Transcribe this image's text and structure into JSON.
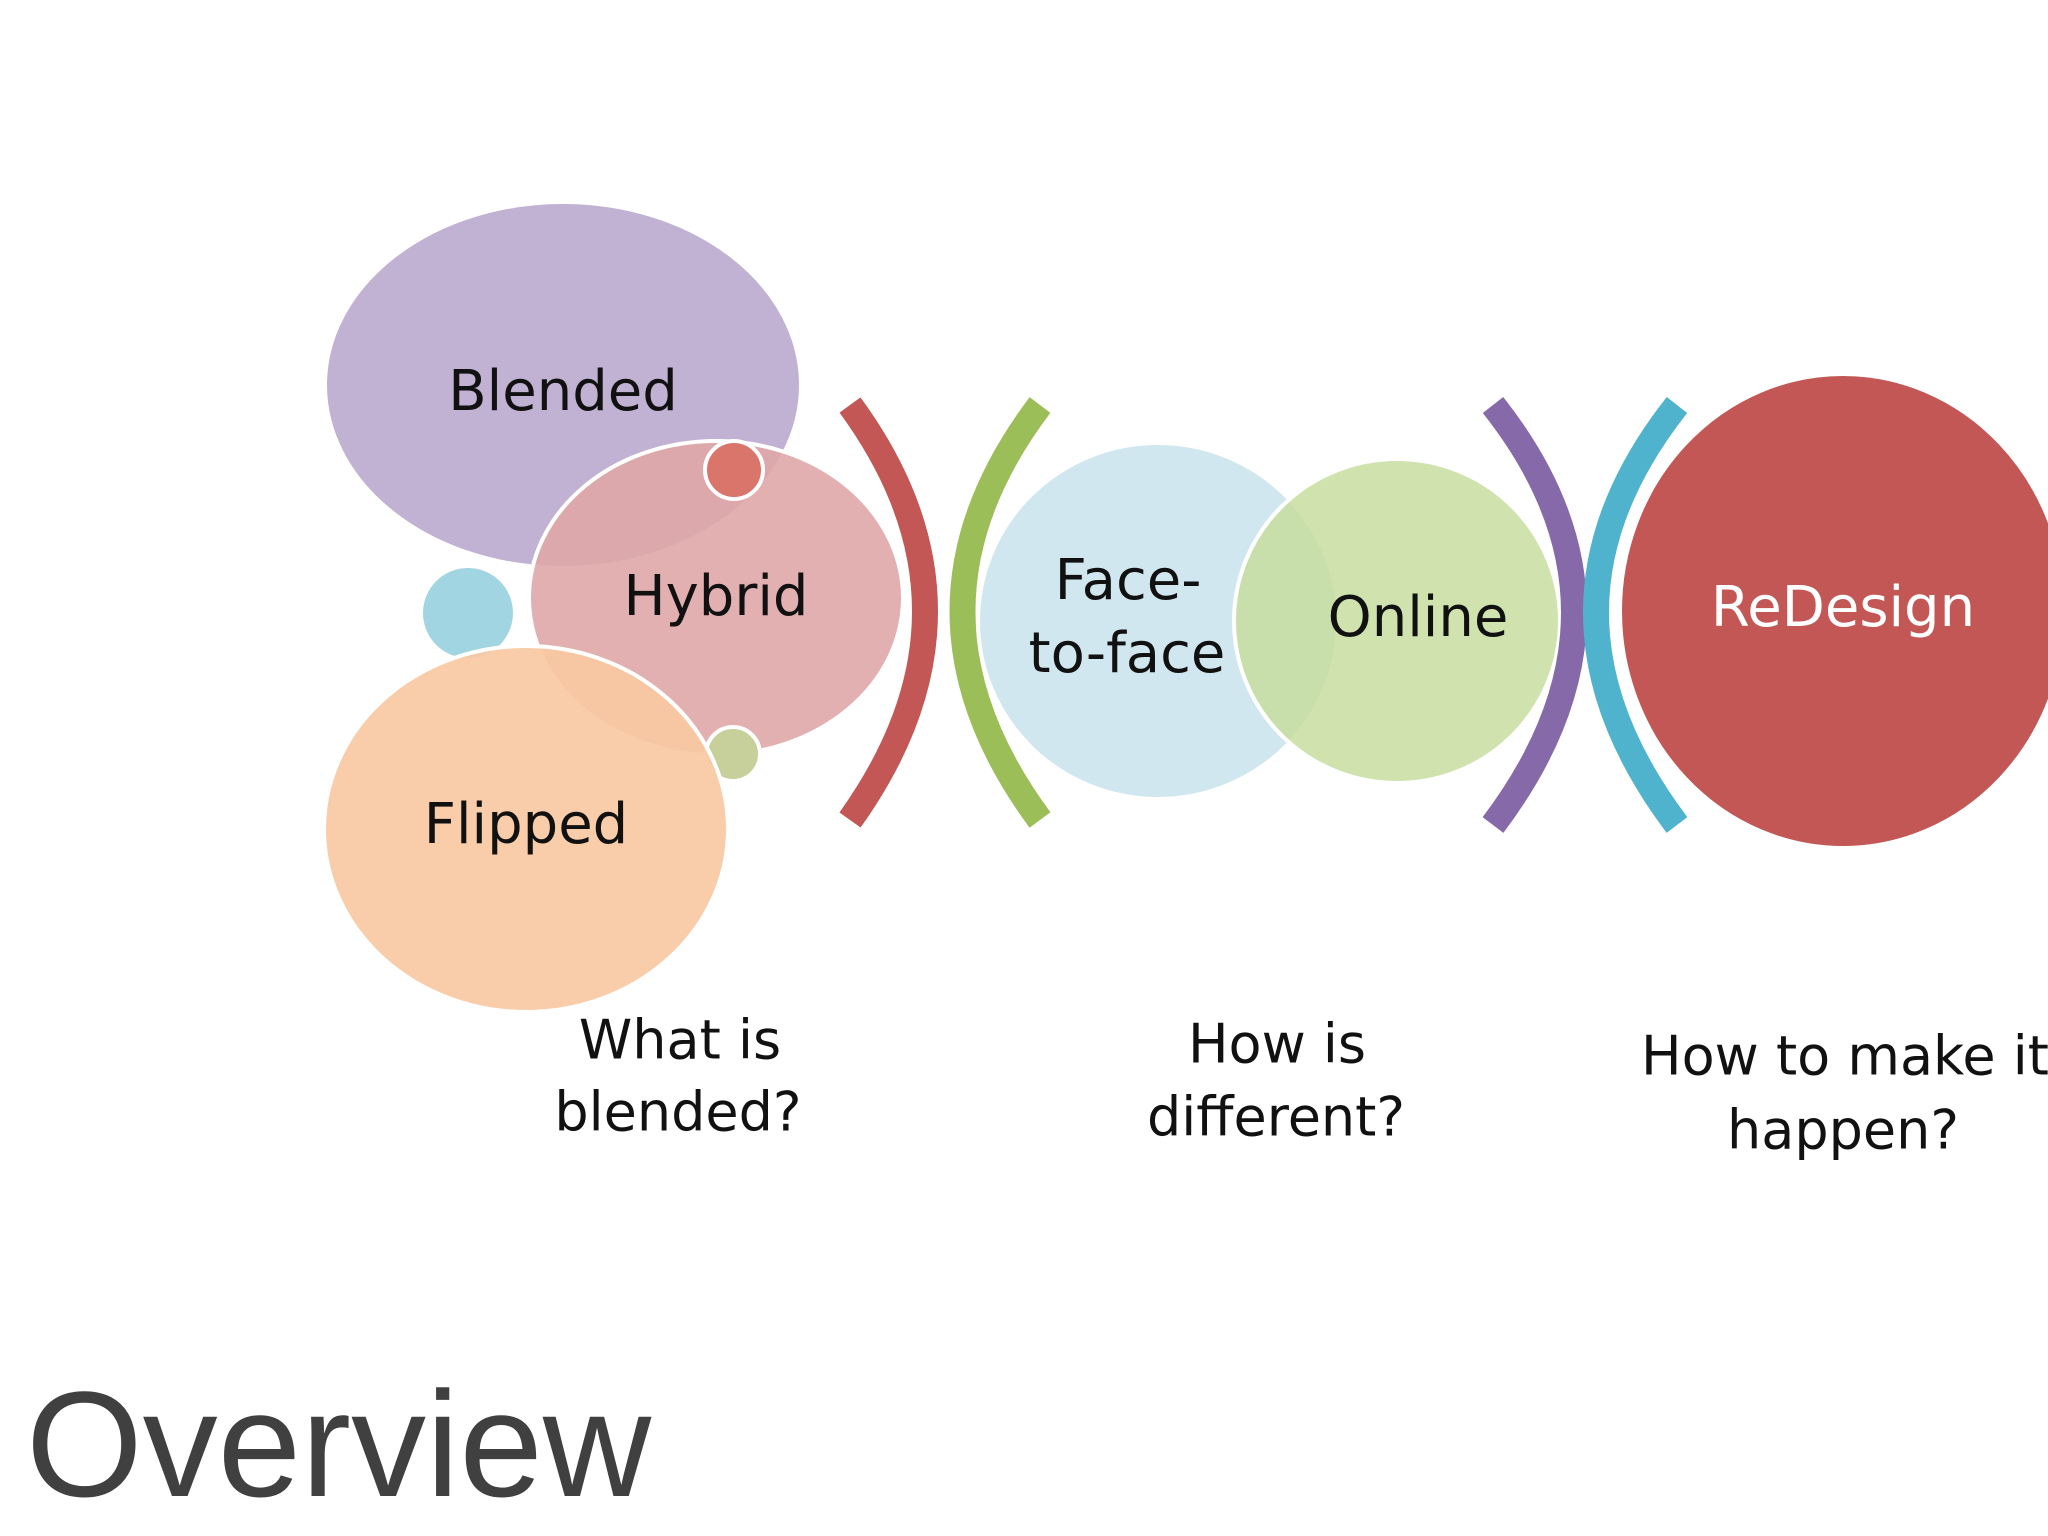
{
  "diagram": {
    "title": "Overview",
    "nodes": {
      "blended": "Blended",
      "hybrid": "Hybrid",
      "flipped": "Flipped",
      "face_to_face_line1": "Face-",
      "face_to_face_line2": "to-face",
      "online": "Online",
      "redesign": "ReDesign"
    },
    "questions": {
      "q1_line1": "What is",
      "q1_line2": "blended?",
      "q2_line1": "How is",
      "q2_line2": "different?",
      "q3_line1": "How to make it",
      "q3_line2": "happen?"
    },
    "colors": {
      "blended": "#C1B1D3",
      "hybrid": "#DFA7A7",
      "flipped": "#F8C9A2",
      "face_to_face": "#D1E7EF",
      "online": "#D2E1AE",
      "redesign": "#C25756",
      "small_blue": "#A2D5E2",
      "small_red": "#D9756A",
      "small_green": "#C7CF9B",
      "bracket_red": "#C25756",
      "bracket_green": "#9CBE58",
      "bracket_purple": "#8569A8",
      "bracket_blue": "#4FB3CD",
      "title": "#404040"
    }
  }
}
